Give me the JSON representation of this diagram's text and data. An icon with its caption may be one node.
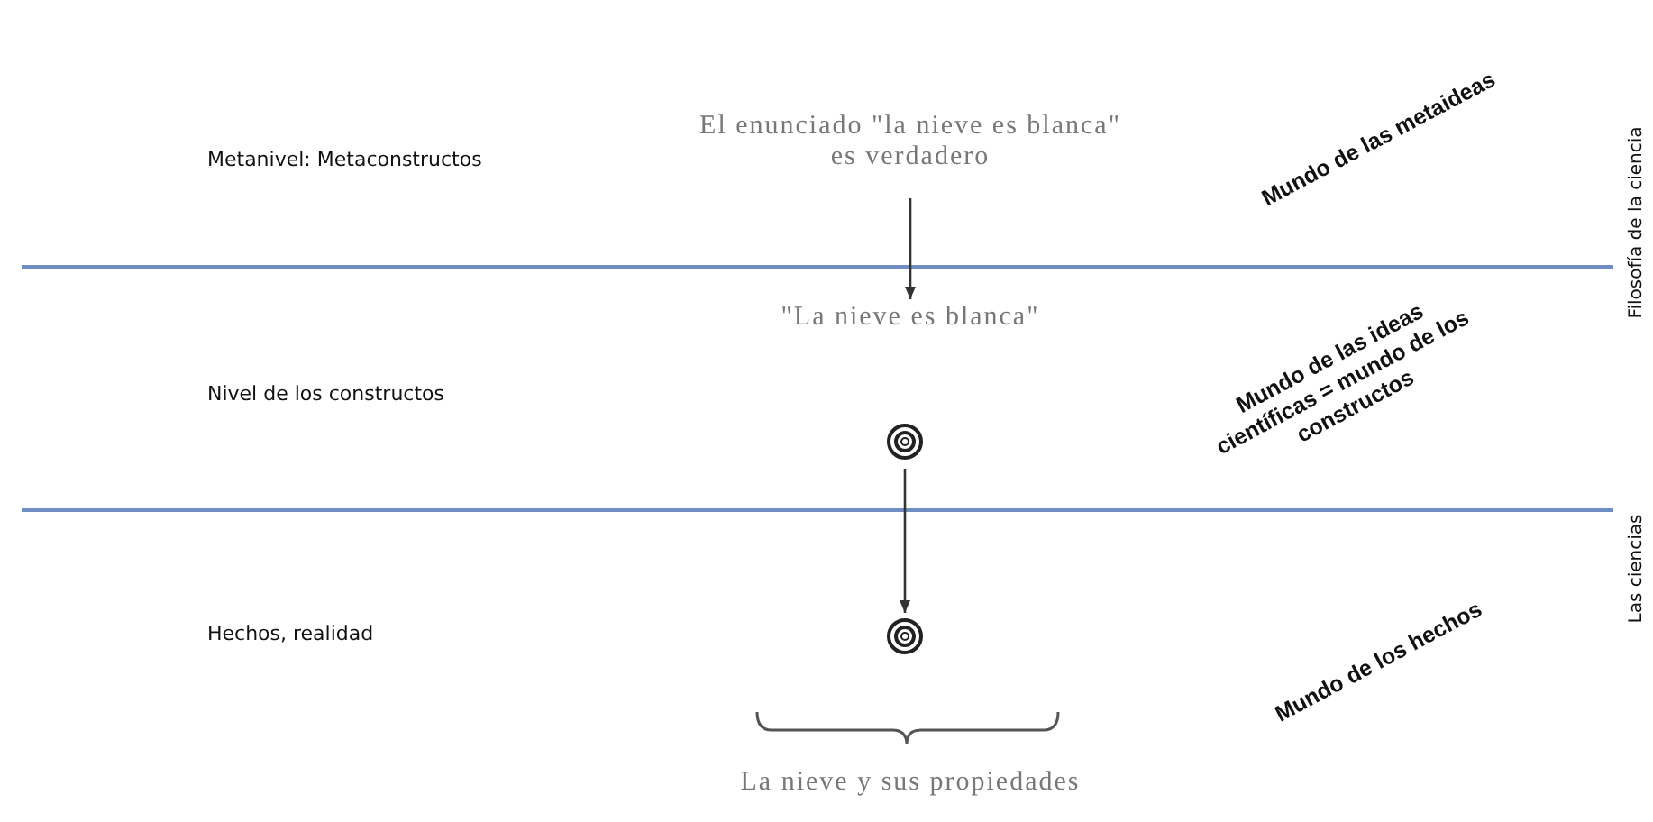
{
  "diagram": {
    "nodes": [
      {
        "text": [
          "El enunciado \"la nieve es blanca\" es verdadero"
        ]
      },
      {
        "text": [
          "\"La nieve es blanca\""
        ]
      },
      {
        "text": [],
        "shape": "circle"
      },
      {
        "text": [],
        "shape": "circle"
      },
      {
        "text": [
          "La nieve y sus propiedades"
        ]
      }
    ],
    "edges": [
      {
        "from": 0,
        "to": 1,
        "arrow": "to"
      },
      {
        "from": 2,
        "to": 3,
        "arrow": "to"
      }
    ],
    "labels": [
      "Metanivel: Metaconstructos",
      "Mundo de las metaideas",
      "Filosofía de la ciencia",
      "Nivel de los constructos",
      "Mundo de las ideas científicas = mundo de los constructos",
      "Las ciencias",
      "Hechos, realidad",
      "Mundo de los hechos"
    ]
  }
}
